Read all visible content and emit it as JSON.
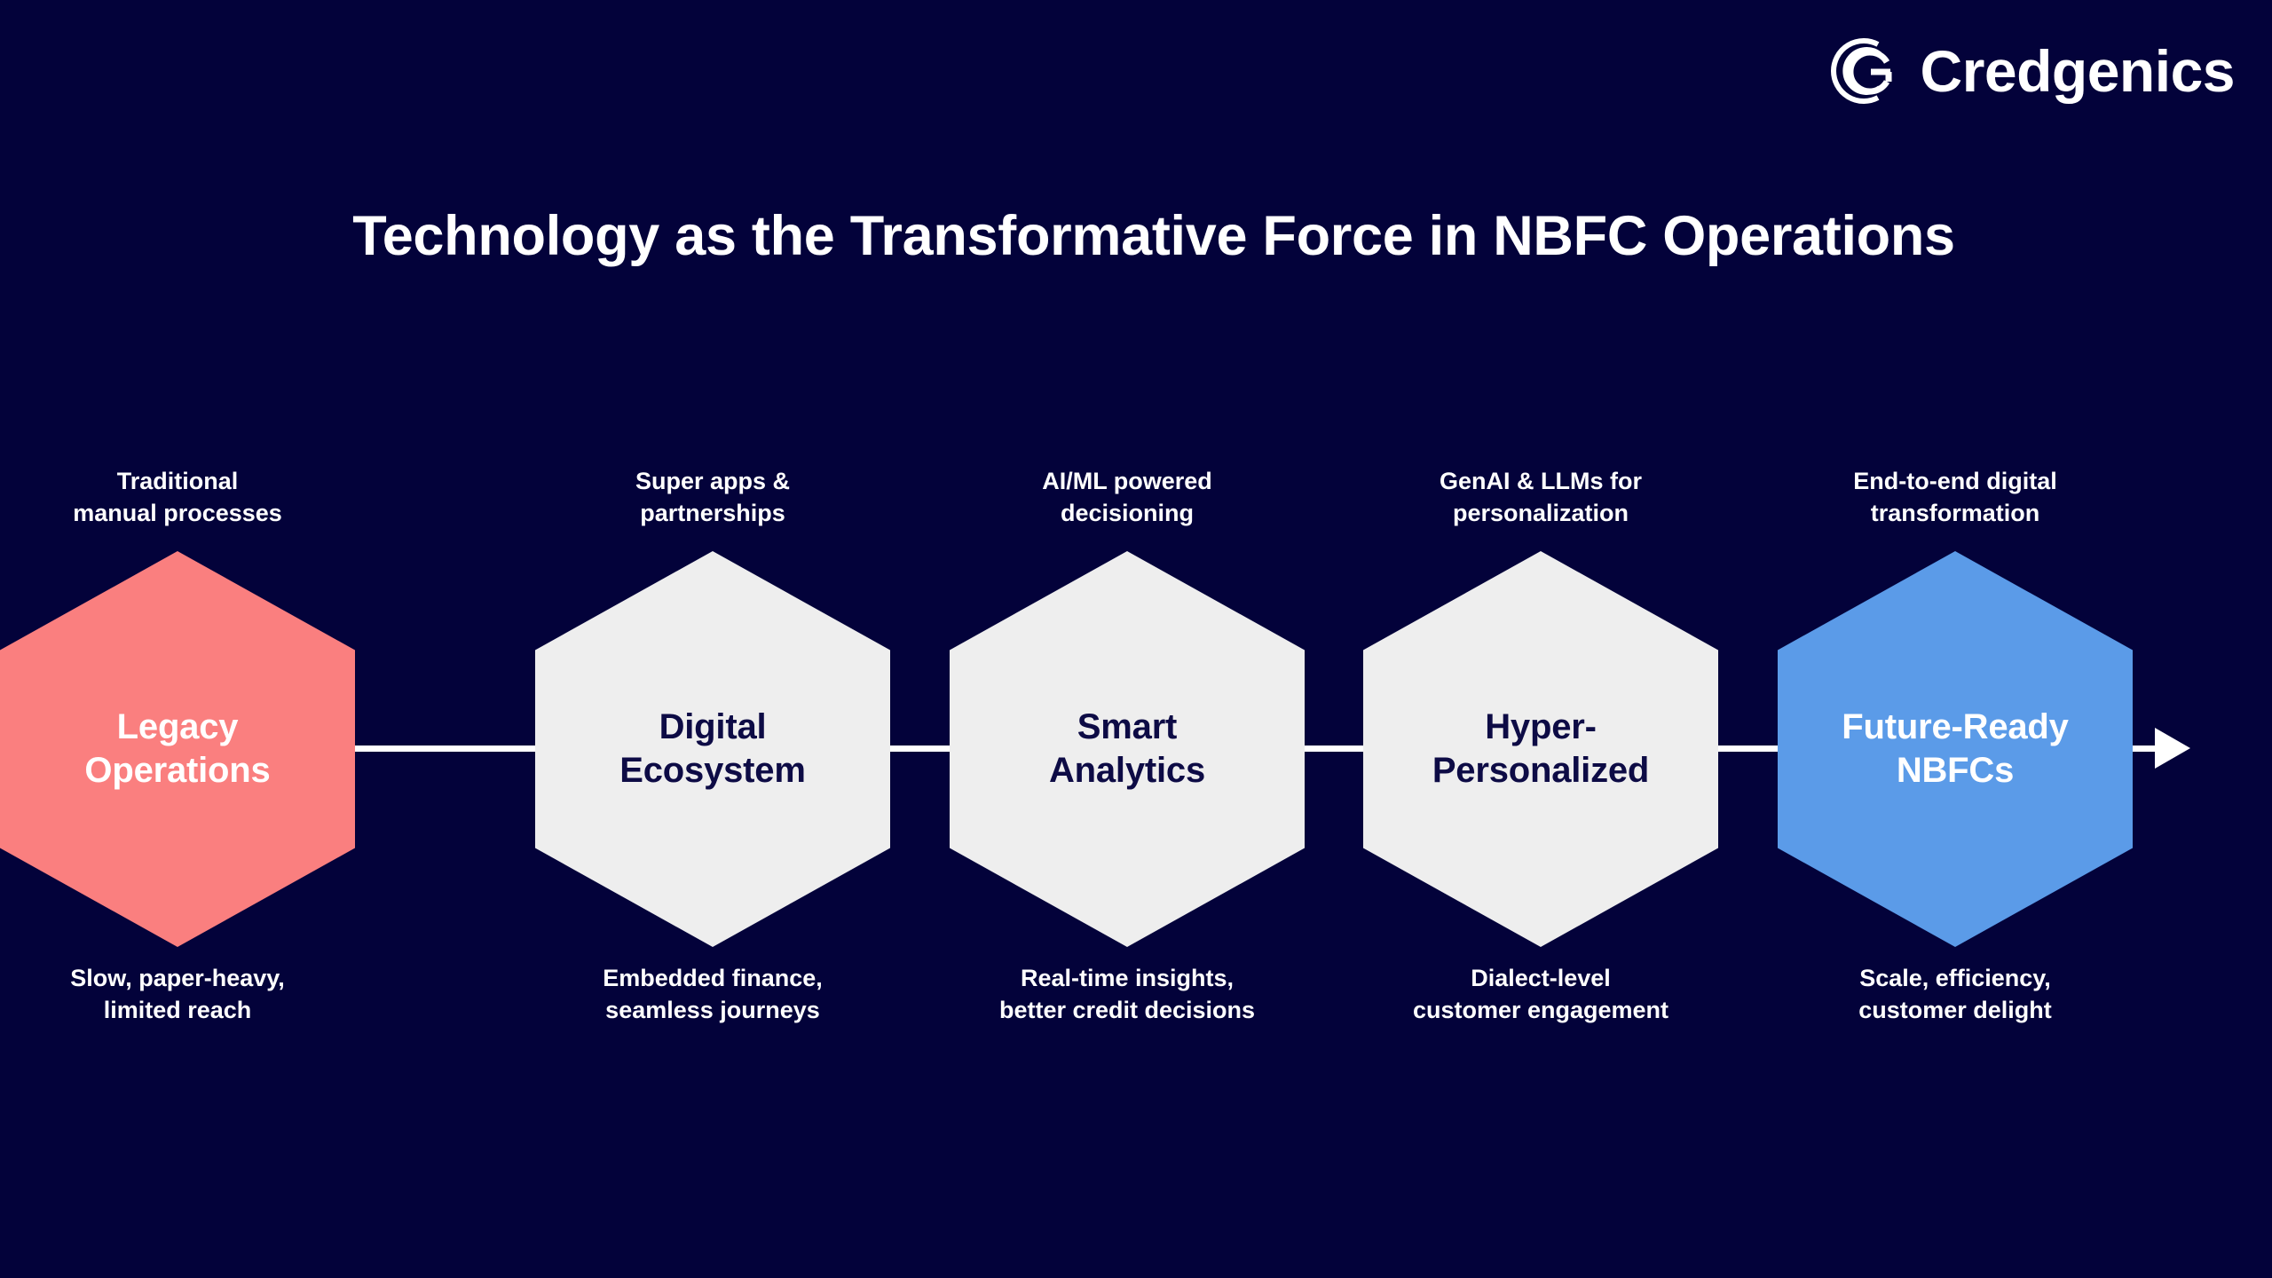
{
  "background_color": "#03023a",
  "brand": {
    "logo_icon": "credgenics-nested-g-logo-icon",
    "wordmark": "Credgenics",
    "logo_color": "#ffffff"
  },
  "header": {
    "title": "Technology as the Transformative Force in NBFC Operations",
    "title_color": "#ffffff"
  },
  "flow": {
    "axis_color": "#ffffff",
    "arrow_icon": "right-arrow-icon",
    "direction": "left-to-right",
    "stages": [
      {
        "index": 1,
        "top_label": "Traditional\nmanual processes",
        "top_label_line1": "Traditional",
        "top_label_line2": "manual processes",
        "hex_label_line1": "Legacy",
        "hex_label_line2": "Operations",
        "hex_label": "Legacy Operations",
        "bottom_label_line1": "Slow, paper-heavy,",
        "bottom_label_line2": "limited reach",
        "bottom_label": "Slow, paper-heavy, limited reach",
        "fill_color": "#fa7f7f",
        "text_color": "#ffffff"
      },
      {
        "index": 2,
        "top_label_line1": "Super apps &",
        "top_label_line2": "partnerships",
        "hex_label_line1": "Digital",
        "hex_label_line2": "Ecosystem",
        "hex_label": "Digital Ecosystem",
        "bottom_label_line1": "Embedded finance,",
        "bottom_label_line2": "seamless journeys",
        "bottom_label": "Embedded finance, seamless journeys",
        "fill_color": "#eeeeee",
        "text_color": "#0d0b45"
      },
      {
        "index": 3,
        "top_label_line1": "AI/ML powered",
        "top_label_line2": "decisioning",
        "hex_label_line1": "Smart",
        "hex_label_line2": "Analytics",
        "hex_label": "Smart Analytics",
        "bottom_label_line1": "Real-time insights,",
        "bottom_label_line2": "better credit decisions",
        "bottom_label": "Real-time insights, better credit decisions",
        "fill_color": "#eeeeee",
        "text_color": "#0d0b45"
      },
      {
        "index": 4,
        "top_label_line1": "GenAI & LLMs for",
        "top_label_line2": "personalization",
        "hex_label_line1": "Hyper-",
        "hex_label_line2": "Personalized",
        "hex_label": "Hyper-Personalized",
        "bottom_label_line1": "Dialect-level",
        "bottom_label_line2": "customer engagement",
        "bottom_label": "Dialect-level customer engagement",
        "fill_color": "#eeeeee",
        "text_color": "#0d0b45"
      },
      {
        "index": 5,
        "top_label_line1": "End-to-end digital",
        "top_label_line2": "transformation",
        "hex_label_line1": "Future-Ready",
        "hex_label_line2": "NBFCs",
        "hex_label": "Future-Ready NBFCs",
        "bottom_label_line1": "Scale, efficiency,",
        "bottom_label_line2": "customer delight",
        "bottom_label": "Scale, efficiency, customer delight",
        "fill_color": "#5b9be8",
        "text_color": "#ffffff"
      }
    ]
  }
}
